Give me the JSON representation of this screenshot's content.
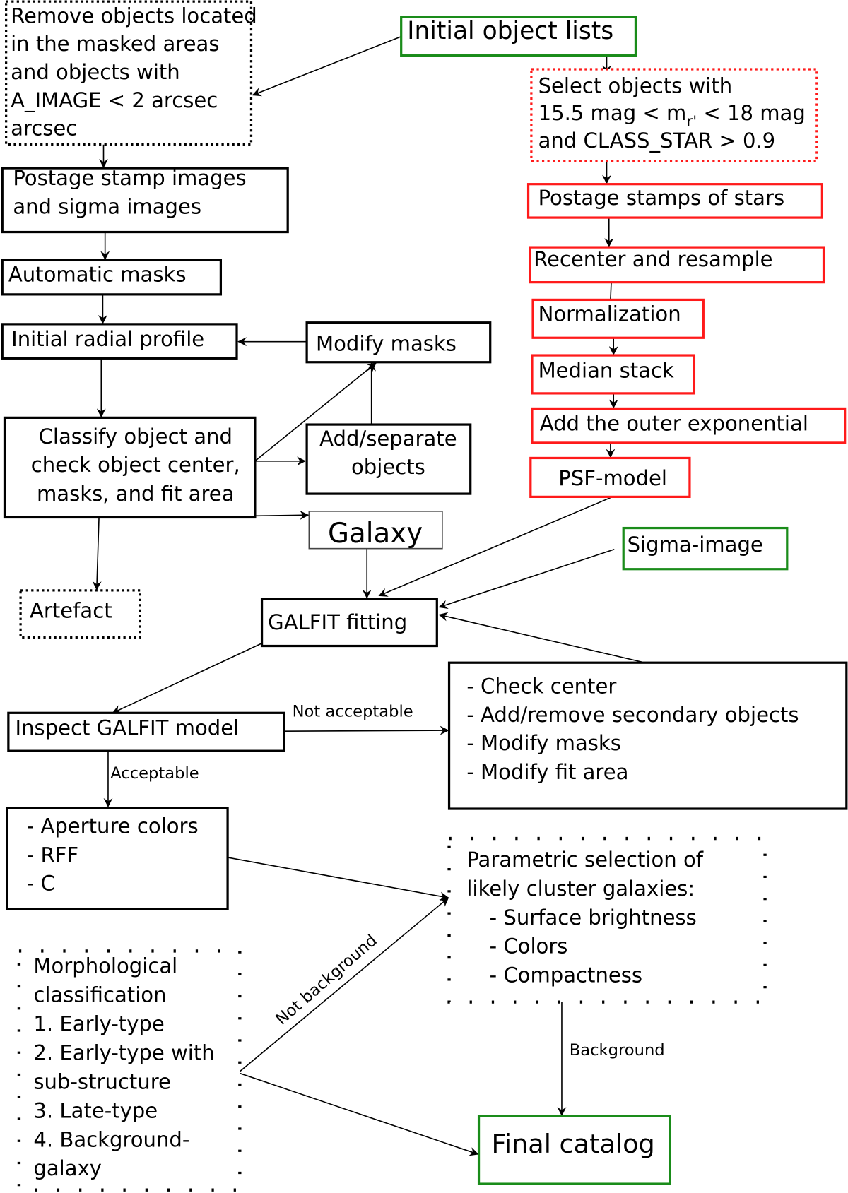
{
  "nodes": {
    "remove": {
      "lines": [
        "Remove objects located",
        "in the masked areas",
        "and objects with",
        "A_IMAGE < 2 arcsec",
        "arcsec"
      ],
      "style": "black-dotted"
    },
    "initial_lists": {
      "label": "Initial object lists",
      "style": "green"
    },
    "select": {
      "lines": [
        "Select objects with",
        "15.5 mag < m",
        "r'",
        " < 18 mag",
        "and CLASS_STAR > 0.9"
      ],
      "style": "red-dotted"
    },
    "postage_sigma": {
      "lines": [
        "Postage stamp images",
        "and sigma images"
      ]
    },
    "postage_stars": {
      "label": "Postage stamps of stars",
      "style": "red"
    },
    "auto_masks": {
      "label": "Automatic masks"
    },
    "recenter": {
      "label": "Recenter and resample",
      "style": "red"
    },
    "normalization": {
      "label": "Normalization",
      "style": "red"
    },
    "radial": {
      "label": "Initial radial profile"
    },
    "modify_masks": {
      "label": "Modify masks"
    },
    "median": {
      "label": "Median stack",
      "style": "red"
    },
    "classify": {
      "lines": [
        "Classify object and",
        "check object center,",
        "masks, and fit area"
      ]
    },
    "add_separate": {
      "lines": [
        "Add/separate",
        "objects"
      ]
    },
    "outer_exp": {
      "label": "Add the outer exponential",
      "style": "red"
    },
    "psf": {
      "label": "PSF-model",
      "style": "red"
    },
    "galaxy": {
      "label": "Galaxy"
    },
    "sigma_image": {
      "label": "Sigma-image",
      "style": "green"
    },
    "artefact": {
      "label": "Artefact",
      "style": "black-dotted"
    },
    "galfit": {
      "label": "GALFIT fitting"
    },
    "checks": {
      "lines": [
        "- Check center",
        "- Add/remove secondary objects",
        "- Modify masks",
        "- Modify fit area"
      ]
    },
    "inspect": {
      "label": "Inspect GALFIT model"
    },
    "aperture": {
      "lines": [
        "- Aperture colors",
        "- RFF",
        "- C"
      ]
    },
    "parametric": {
      "lines": [
        "Parametric selection of",
        "likely cluster  galaxies:",
        "- Surface brightness",
        "- Colors",
        "- Compactness"
      ],
      "style": "black-dotted"
    },
    "morph": {
      "lines": [
        "Morphological",
        "classification",
        "1. Early-type",
        "2. Early-type with",
        "sub-structure",
        "3. Late-type",
        "4. Background-",
        "galaxy"
      ],
      "style": "black-dotted"
    },
    "final": {
      "label": "Final catalog",
      "style": "green"
    }
  },
  "edge_labels": {
    "not_acceptable": "Not acceptable",
    "acceptable": "Acceptable",
    "not_background": "Not background",
    "background": "Background"
  },
  "colors": {
    "green": "#1a8c1a",
    "red": "#ff1a1a",
    "black": "#000000"
  }
}
